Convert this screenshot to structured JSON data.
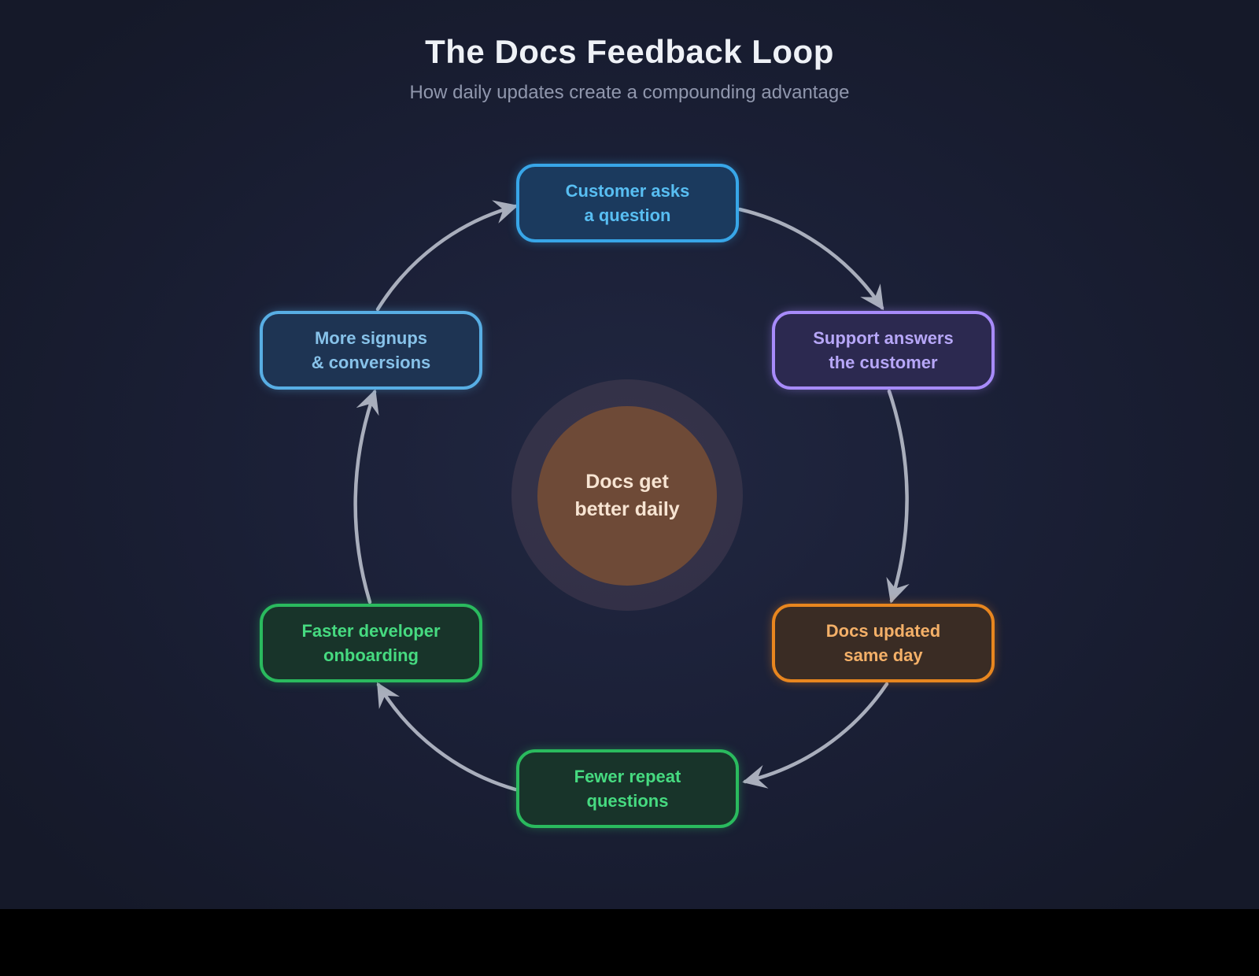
{
  "title": "The Docs Feedback Loop",
  "subtitle": "How daily updates create a compounding advantage",
  "center_node": {
    "line1": "Docs get",
    "line2": "better daily",
    "fill_color": "#6e4a37",
    "text_color": "#f7e4d2"
  },
  "nodes": [
    {
      "id": "customer-asks-a-question",
      "line1": "Customer asks",
      "line2": "a question",
      "border_color": "#38a6e8",
      "fill_color": "#1b3a5e",
      "text_color": "#58bef2"
    },
    {
      "id": "support-answers-the-customer",
      "line1": "Support answers",
      "line2": "the customer",
      "border_color": "#a78bfa",
      "fill_color": "#2c2950",
      "text_color": "#b7a7f8"
    },
    {
      "id": "docs-updated-same-day",
      "line1": "Docs updated",
      "line2": "same day",
      "border_color": "#e8861f",
      "fill_color": "#3a2c24",
      "text_color": "#f4b068"
    },
    {
      "id": "fewer-repeat-questions",
      "line1": "Fewer repeat",
      "line2": "questions",
      "border_color": "#2aba5e",
      "fill_color": "#18342a",
      "text_color": "#46da80"
    },
    {
      "id": "faster-developer-onboarding",
      "line1": "Faster developer",
      "line2": "onboarding",
      "border_color": "#2aba5e",
      "fill_color": "#18342a",
      "text_color": "#46da80"
    },
    {
      "id": "more-signups-conversions",
      "line1": "More signups",
      "line2": "& conversions",
      "border_color": "#58aee4",
      "fill_color": "#1e3453",
      "text_color": "#87c2e9"
    }
  ],
  "edges": [
    {
      "from": "customer-asks-a-question",
      "to": "support-answers-the-customer"
    },
    {
      "from": "support-answers-the-customer",
      "to": "docs-updated-same-day"
    },
    {
      "from": "docs-updated-same-day",
      "to": "fewer-repeat-questions"
    },
    {
      "from": "fewer-repeat-questions",
      "to": "faster-developer-onboarding"
    },
    {
      "from": "faster-developer-onboarding",
      "to": "more-signups-conversions"
    },
    {
      "from": "more-signups-conversions",
      "to": "customer-asks-a-question"
    }
  ],
  "colors": {
    "background": "#1b2037",
    "arrow": "#a9aebc",
    "title": "#eef1f6",
    "subtitle": "#9097ad",
    "letterbox": "#000000"
  }
}
